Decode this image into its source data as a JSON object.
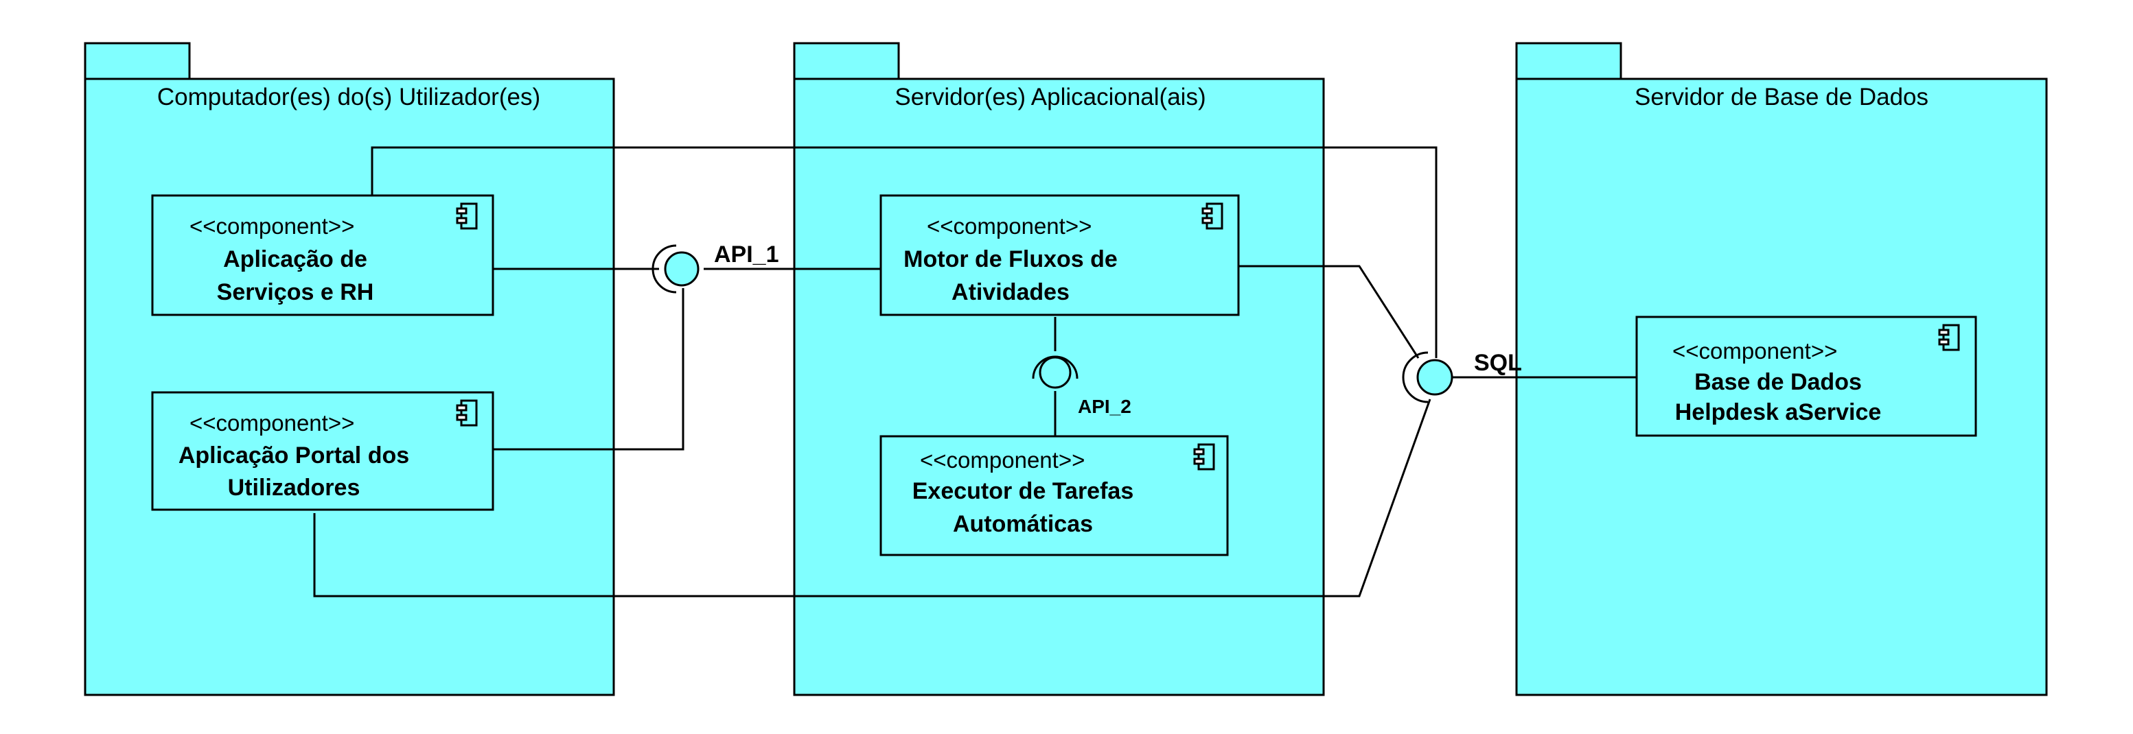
{
  "colors": {
    "package_fill": "#80FFFF",
    "stroke": "#000000",
    "background": "#FFFFFF"
  },
  "packages": {
    "client": {
      "title": "Computador(es) do(s) Utilizador(es)"
    },
    "app_server": {
      "title": "Servidor(es) Aplicacional(ais)"
    },
    "db_server": {
      "title": "Servidor de Base de Dados"
    }
  },
  "components": {
    "servicos_rh": {
      "stereotype": "<<component>>",
      "name_line1": "Aplicação de",
      "name_line2": "Serviços e RH"
    },
    "portal": {
      "stereotype": "<<component>>",
      "name_line1": "Aplicação Portal dos",
      "name_line2": "Utilizadores"
    },
    "motor": {
      "stereotype": "<<component>>",
      "name_line1": "Motor de Fluxos de",
      "name_line2": "Atividades"
    },
    "executor": {
      "stereotype": "<<component>>",
      "name_line1": "Executor de Tarefas",
      "name_line2": "Automáticas"
    },
    "base_dados": {
      "stereotype": "<<component>>",
      "name_line1": "Base de Dados",
      "name_line2": "Helpdesk aService"
    }
  },
  "interfaces": {
    "api1": {
      "label": "API_1"
    },
    "api2": {
      "label": "API_2"
    },
    "sql": {
      "label": "SQL"
    }
  },
  "icons": {
    "component": "uml-component-icon",
    "interface": "lollipop-socket-icon"
  }
}
